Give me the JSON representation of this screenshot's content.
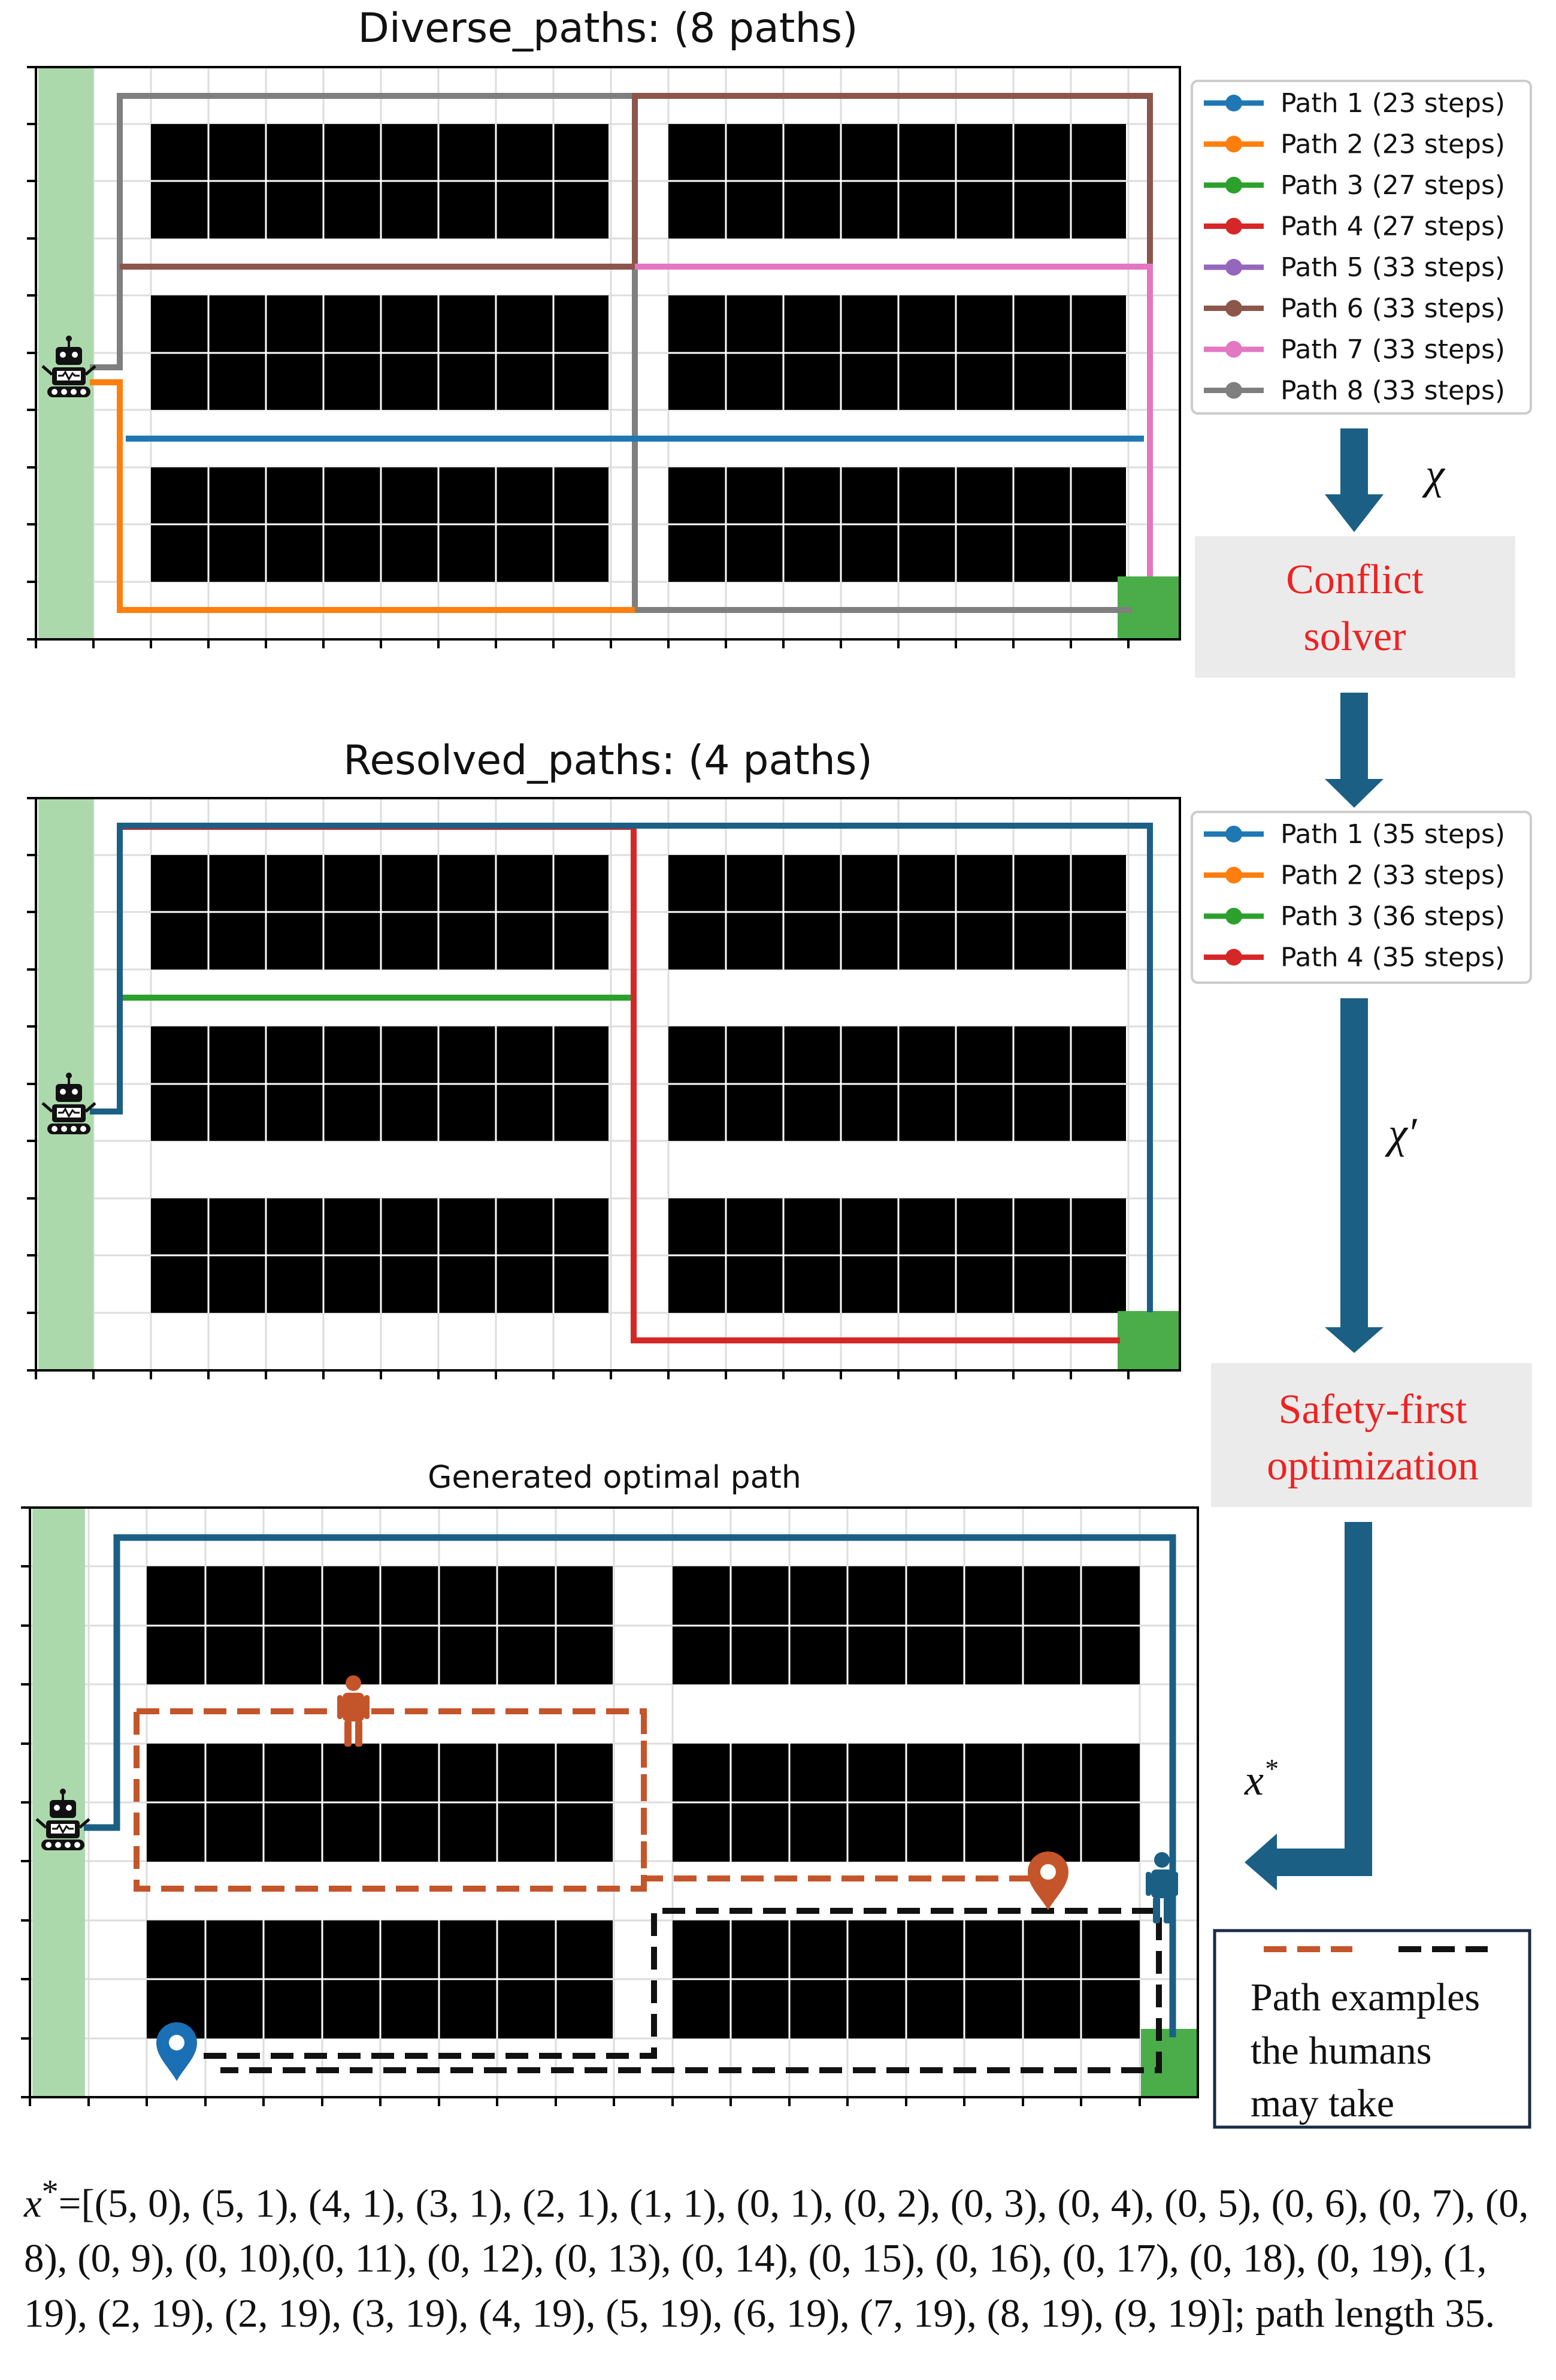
{
  "colors": {
    "path1": "#1f77b4",
    "path2": "#ff7f0e",
    "path3": "#2ca02c",
    "path4": "#d62728",
    "path5": "#9467bd",
    "path6": "#8c564b",
    "path7": "#e377c2",
    "path8": "#7f7f7f",
    "dock": "#acd9ac",
    "goal": "#4aad4a",
    "shelf": "#000000",
    "arrow": "#1b5f85",
    "process_text": "#ee2222",
    "process_bg": "#ebebeb",
    "human_path_orange": "#c4552a",
    "human_path_black": "#111111"
  },
  "panel1": {
    "title": "Diverse_paths: (8 paths)",
    "legend": [
      {
        "label": "Path 1 (23 steps)",
        "color_key": "path1"
      },
      {
        "label": "Path 2 (23 steps)",
        "color_key": "path2"
      },
      {
        "label": "Path 3 (27 steps)",
        "color_key": "path3"
      },
      {
        "label": "Path 4 (27 steps)",
        "color_key": "path4"
      },
      {
        "label": "Path 5 (33 steps)",
        "color_key": "path5"
      },
      {
        "label": "Path 6 (33 steps)",
        "color_key": "path6"
      },
      {
        "label": "Path 7 (33 steps)",
        "color_key": "path7"
      },
      {
        "label": "Path 8 (33 steps)",
        "color_key": "path8"
      }
    ]
  },
  "panel2": {
    "title": "Resolved_paths: (4 paths)",
    "legend": [
      {
        "label": "Path 1 (35 steps)",
        "color_key": "path1"
      },
      {
        "label": "Path 2 (33 steps)",
        "color_key": "path2"
      },
      {
        "label": "Path 3 (36 steps)",
        "color_key": "path3"
      },
      {
        "label": "Path 4 (35 steps)",
        "color_key": "path4"
      }
    ]
  },
  "panel3": {
    "title": "Generated optimal path",
    "human_legend": [
      "Path examples",
      "the humans",
      "may take"
    ]
  },
  "process": {
    "chi": "χ",
    "chi_prime": "χ′",
    "x_star": "x",
    "x_star_sup": "*",
    "conflict_solver": [
      "Conflict",
      "solver"
    ],
    "safety_first": [
      "Safety-first",
      "optimization"
    ]
  },
  "footer": {
    "prefix": "x",
    "prefix_sup": "*",
    "text": "=[(5, 0), (5, 1), (4, 1), (3, 1), (2, 1), (1, 1), (0, 1), (0, 2), (0, 3), (0, 4), (0, 5), (0, 6), (0, 7), (0, 8), (0, 9), (0, 10),(0, 11), (0, 12), (0, 13), (0, 14), (0, 15), (0, 16), (0, 17), (0, 18), (0, 19), (1, 19), (2, 19), (2, 19), (3, 19), (4, 19), (5, 19), (6, 19), (7, 19), (8, 19), (9, 19)]; path length 35."
  },
  "icons": [
    "robot-icon",
    "person-icon",
    "map-pin-icon"
  ]
}
